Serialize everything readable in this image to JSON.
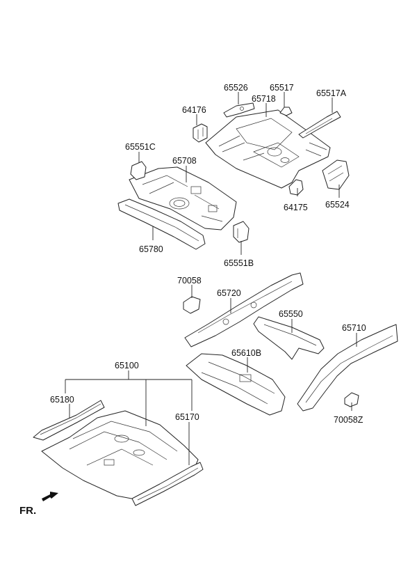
{
  "labels": {
    "p65526": "65526",
    "p65517": "65517",
    "p65517A": "65517A",
    "p65718": "65718",
    "p64176": "64176",
    "p65551C": "65551C",
    "p65708": "65708",
    "p64175": "64175",
    "p65524": "65524",
    "p65780": "65780",
    "p65551B": "65551B",
    "p70058": "70058",
    "p65720": "65720",
    "p65550": "65550",
    "p65710": "65710",
    "p65610B": "65610B",
    "p70058Z": "70058Z",
    "p65100": "65100",
    "p65180": "65180",
    "p65170": "65170"
  },
  "front_label": "FR."
}
